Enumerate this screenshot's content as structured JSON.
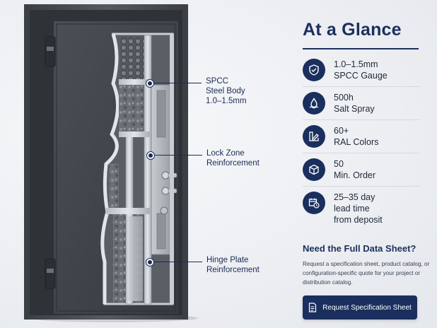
{
  "panel": {
    "title": "At a Glance",
    "specs": [
      {
        "icon": "shield-check-icon",
        "line1": "1.0–1.5mm",
        "line2": "SPCC Gauge",
        "line3": ""
      },
      {
        "icon": "water-drop-icon",
        "line1": "500h",
        "line2": "Salt Spray",
        "line3": ""
      },
      {
        "icon": "color-swatch-icon",
        "line1": "60+",
        "line2": "RAL Colors",
        "line3": ""
      },
      {
        "icon": "box-icon",
        "line1": "50",
        "line2": "Min. Order",
        "line3": ""
      },
      {
        "icon": "calendar-clock-icon",
        "line1": "25–35 day",
        "line2": "lead time",
        "line3": "from deposit"
      }
    ],
    "cta_title": "Need the Full Data Sheet?",
    "cta_desc": "Request a specification sheet, product catalog, or configuration-specific quote for your project or distribution catalog.",
    "cta_button": "Request Specification Sheet"
  },
  "callouts": {
    "steel_body": {
      "line1": "SPCC",
      "line2": "Steel Body",
      "line3": "1.0–1.5mm"
    },
    "lock_zone": {
      "line1": "Lock Zone",
      "line2": "Reinforcement"
    },
    "hinge_plate": {
      "line1": "Hinge Plate",
      "line2": "Reinforcement"
    }
  },
  "colors": {
    "navy": "#1b2f5e",
    "door_gray": "#3d4248",
    "frame_gray": "#4a4f55"
  }
}
